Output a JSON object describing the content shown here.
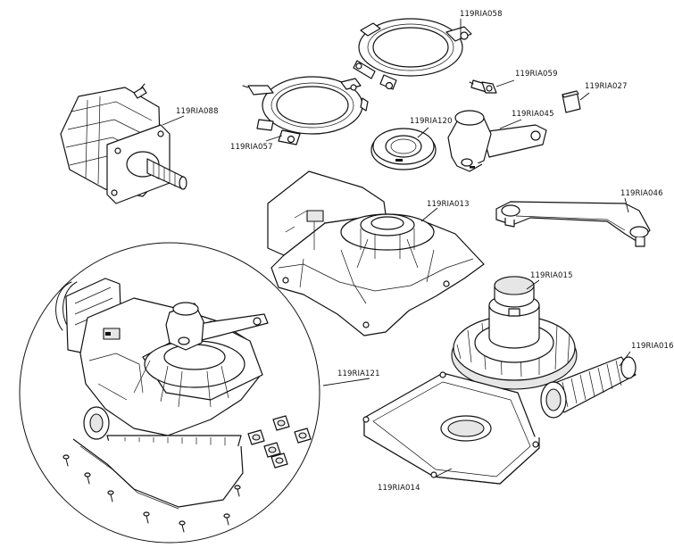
{
  "diagram": {
    "parts": [
      {
        "id": "motor",
        "label": "119RIA088"
      },
      {
        "id": "ring-bracket-large",
        "label": "119RIA058"
      },
      {
        "id": "ring-bracket-small",
        "label": "119RIA057"
      },
      {
        "id": "pin",
        "label": "119RIA059"
      },
      {
        "id": "key-block",
        "label": "119RIA027"
      },
      {
        "id": "seal-ring",
        "label": "119RIA120"
      },
      {
        "id": "crank-arm",
        "label": "119RIA045"
      },
      {
        "id": "link-arm",
        "label": "119RIA046"
      },
      {
        "id": "gearbox-housing",
        "label": "119RIA013"
      },
      {
        "id": "gear-wheel",
        "label": "119RIA015"
      },
      {
        "id": "worm-screw",
        "label": "119RIA016"
      },
      {
        "id": "complete-gearbox-assembly",
        "label": "119RIA121"
      },
      {
        "id": "base-cover",
        "label": "119RIA014"
      }
    ]
  }
}
